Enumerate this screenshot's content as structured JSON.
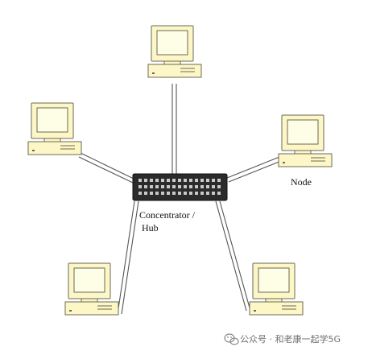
{
  "colors": {
    "computer_fill": "#fdf7c8",
    "computer_stroke": "#6a6a55",
    "screen_fill": "#fefde6",
    "cable": "#555555",
    "hub_body": "#2b2b2b",
    "hub_port": "#c9c9c9",
    "label": "#111111",
    "watermark_logo": "#8a8a8a",
    "watermark_text": "#6f6f6f"
  },
  "labels": {
    "hub": "Concentrator / Hub",
    "hub_line1": "Concentrator /",
    "hub_line2": "Hub",
    "node": "Node"
  },
  "watermark": {
    "icon": "wechat-logo-icon",
    "text": "公众号 · 和老康一起学5G"
  },
  "topology": {
    "type": "star",
    "center": "hub",
    "nodes": [
      "top",
      "upper-left",
      "upper-right",
      "lower-left",
      "lower-right"
    ]
  }
}
